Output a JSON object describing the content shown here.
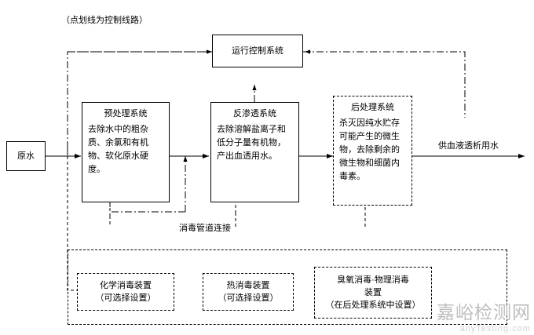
{
  "diagram": {
    "note_top": "（点划线为控制线路）",
    "label_disinfect_pipe": "消毒管道连接",
    "input": {
      "label": "原水"
    },
    "output": {
      "label": "供血液透析用水"
    },
    "control": {
      "label": "运行控制系统"
    },
    "stages": [
      {
        "title": "预处理系统",
        "body": "去除水中的粗杂质、余氯和有机物、软化原水硬度。"
      },
      {
        "title": "反渗透系统",
        "body": "去除溶解盐离子和低分子量有机物，产出血透用水。"
      },
      {
        "title": "后处理系统",
        "body": "杀灭因纯水贮存可能产生的微生物，去除剩余的微生物和细菌内毒素。"
      }
    ],
    "disinfect_units": [
      {
        "title": "化学消毒装置",
        "note": "（可选择设置）"
      },
      {
        "title": "热消毒装置",
        "note": "（可选择设置）"
      },
      {
        "title": "臭氧消毒·物理消毒",
        "title2": "装置",
        "note": "（在后处理系统中设置）"
      }
    ]
  },
  "watermark": {
    "line1": "嘉峪检测网",
    "line2": "anyTesting.com"
  }
}
